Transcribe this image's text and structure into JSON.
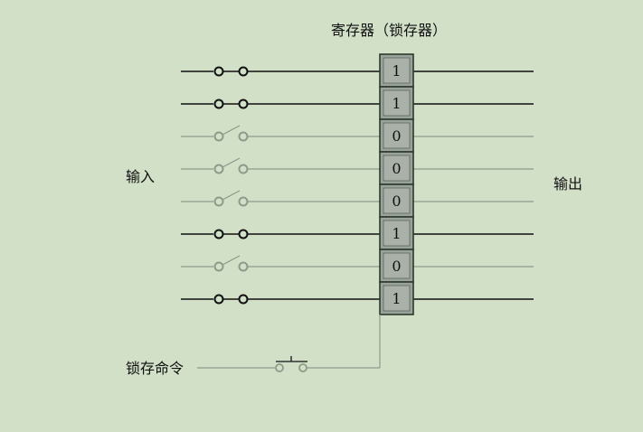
{
  "diagram": {
    "title": "寄存器（锁存器）",
    "input_label": "输入",
    "output_label": "输出",
    "latch_command_label": "锁存命令",
    "bits": [
      {
        "value": "1",
        "switch": "closed"
      },
      {
        "value": "1",
        "switch": "closed"
      },
      {
        "value": "0",
        "switch": "open"
      },
      {
        "value": "0",
        "switch": "open"
      },
      {
        "value": "0",
        "switch": "open"
      },
      {
        "value": "1",
        "switch": "closed"
      },
      {
        "value": "0",
        "switch": "open"
      },
      {
        "value": "1",
        "switch": "closed"
      }
    ],
    "colors": {
      "background": "#d2e0c8",
      "active_wire": "#111111",
      "inactive_wire": "#8e9a8a",
      "cell_fill": "#9aa39a",
      "cell_border": "#2e3a2e"
    }
  }
}
